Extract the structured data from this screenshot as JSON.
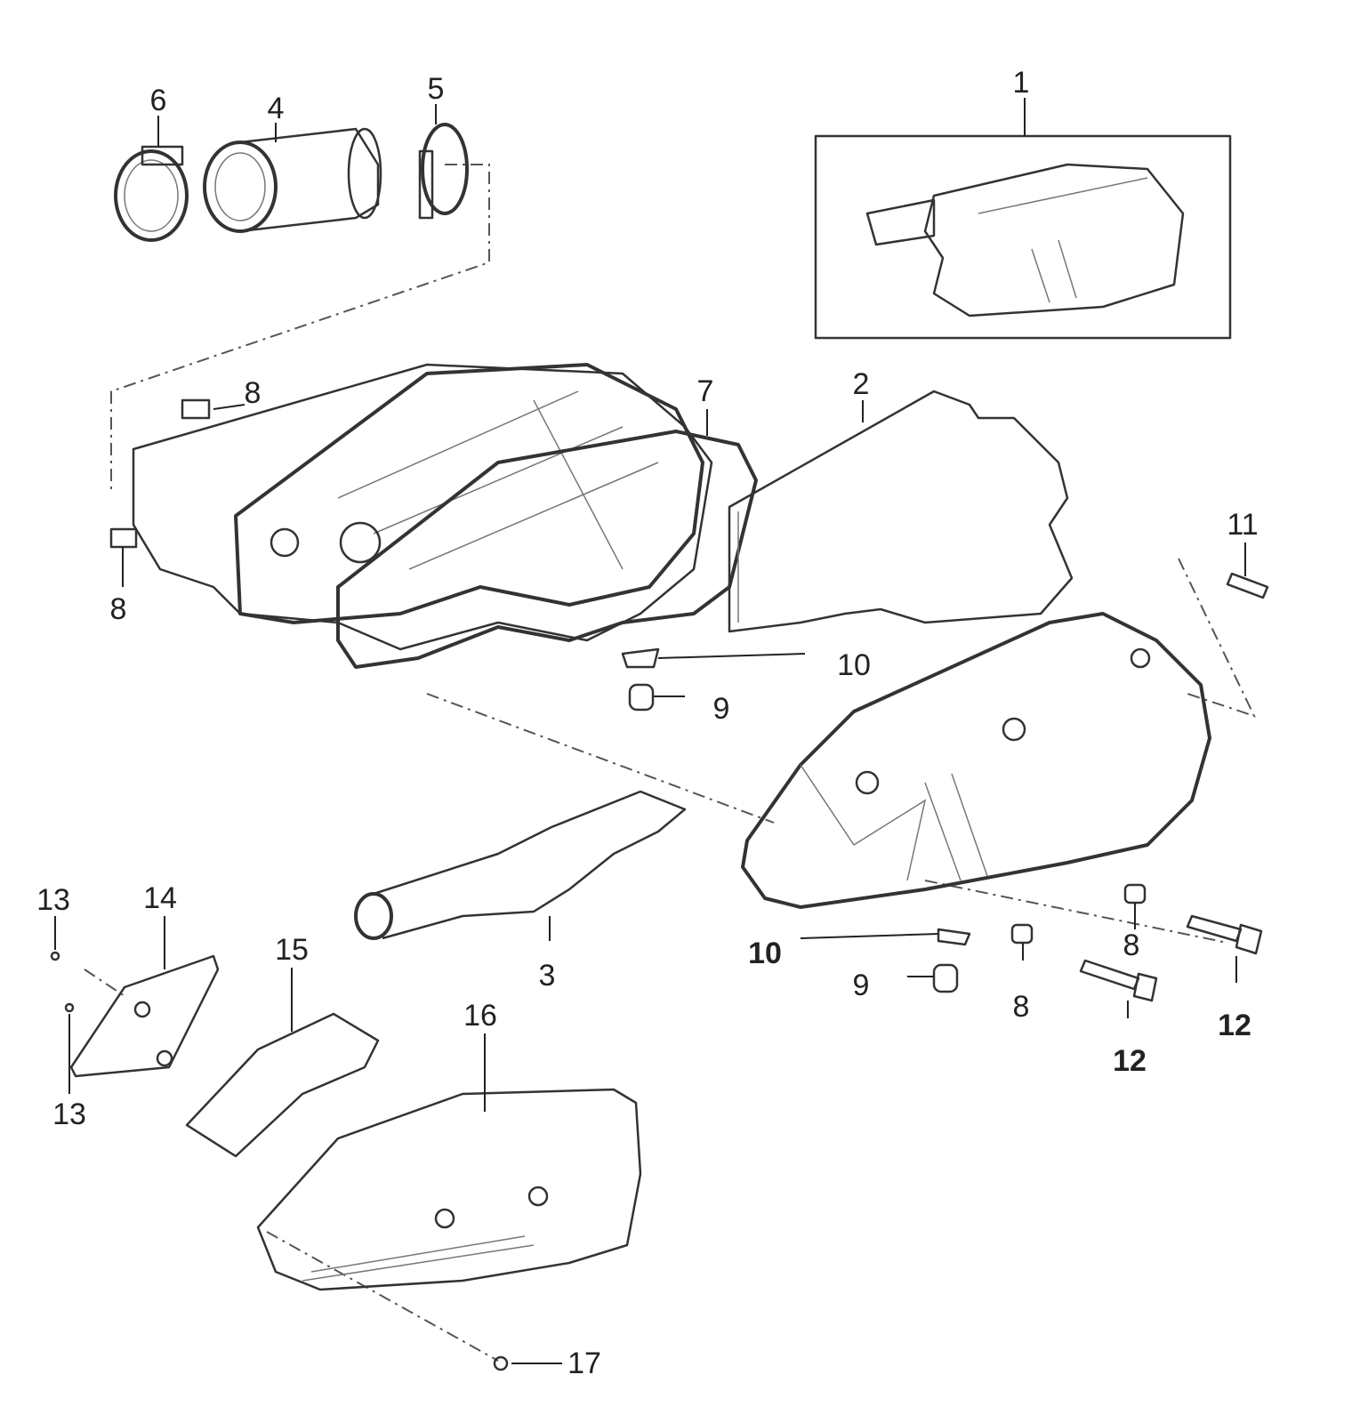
{
  "diagram": {
    "callouts": {
      "c1": "1",
      "c2": "2",
      "c3": "3",
      "c4": "4",
      "c5": "5",
      "c6": "6",
      "c7": "7",
      "c8a": "8",
      "c8b": "8",
      "c8c": "8",
      "c8d": "8",
      "c9a": "9",
      "c9b": "9",
      "c10a": "10",
      "c10b": "10",
      "c11": "11",
      "c12a": "12",
      "c12b": "12",
      "c13a": "13",
      "c13b": "13",
      "c14": "14",
      "c15": "15",
      "c16": "16",
      "c17": "17"
    }
  }
}
